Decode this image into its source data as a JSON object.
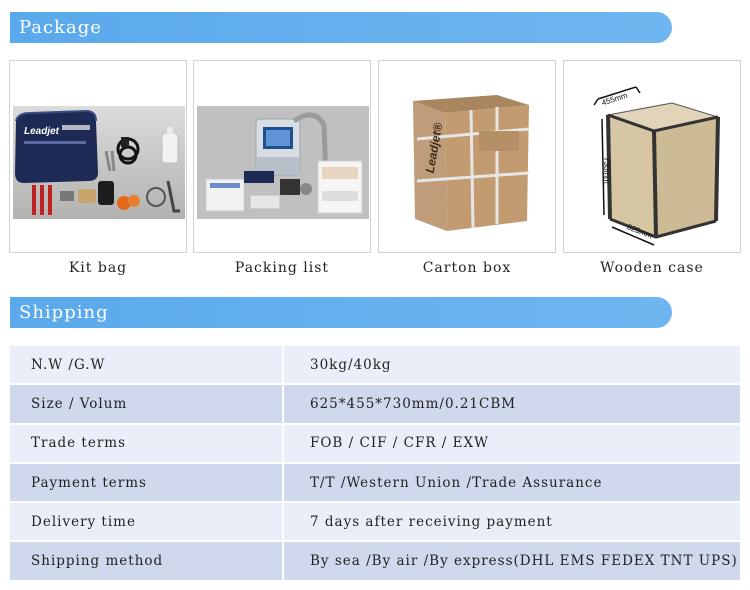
{
  "package": {
    "title": "Package",
    "items": [
      {
        "caption": "Kit bag",
        "brand": "Leadjet"
      },
      {
        "caption": "Packing list"
      },
      {
        "caption": "Carton box",
        "brand": "Leadjet®"
      },
      {
        "caption": "Wooden case",
        "dims": {
          "width": "455mm",
          "height": "730mm",
          "length": "625mm"
        }
      }
    ]
  },
  "shipping": {
    "title": "Shipping",
    "rows": [
      {
        "label": "N.W /G.W",
        "value": "30kg/40kg"
      },
      {
        "label": "Size / Volum",
        "value": "625*455*730mm/0.21CBM"
      },
      {
        "label": "Trade terms",
        "value": "FOB / CIF / CFR / EXW"
      },
      {
        "label": "Payment terms",
        "value": "T/T /Western Union /Trade Assurance"
      },
      {
        "label": "Delivery time",
        "value": "7 days after receiving payment"
      },
      {
        "label": "Shipping method",
        "value": "By sea /By air /By express(DHL EMS FEDEX TNT UPS)"
      }
    ]
  }
}
